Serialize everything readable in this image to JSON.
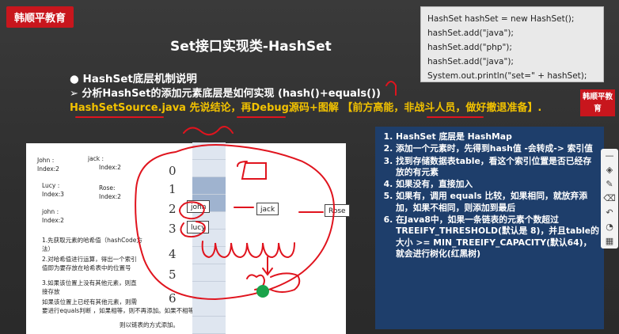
{
  "brand": "韩顺平教育",
  "badge": "韩顺平教育",
  "title": "Set接口实现类-HashSet",
  "code_lines": [
    "HashSet hashSet = new HashSet();",
    "hashSet.add(\"java\");",
    "hashSet.add(\"php\");",
    "hashSet.add(\"java\");",
    "System.out.println(\"set=\" + hashSet);"
  ],
  "bullet": "●  HashSet底层机制说明",
  "sub": "➢ 分析HashSet的添加元素底层是如何实现 (hash()+equals())",
  "yellow": "HashSetSource.java  先说结论，再Debug源码+图解 【前方高能，非战斗人员，做好撤退准备】.",
  "paper": {
    "john1": "John :",
    "index1": "Index:2",
    "jack": "jack :",
    "index_jack": "Index:2",
    "lucy": "Lucy :",
    "index_lucy": "Index:3",
    "rose": "Rose:",
    "index_rose": "Index:2",
    "john2": "john :",
    "index2": "Index:2",
    "step1": "1.先获取元素的哈希值（hashCode方",
    "step1b": "法）",
    "step2": "2.对哈希值进行运算，得出一个索引",
    "step2b": "值即为要存放在哈希表中的位置号",
    "step3": "3.如果该位置上没有其他元素，则直",
    "step3b": "接存放",
    "step3c": "如果该位置上已经有其他元素，则需",
    "step3d": "要进行equals判断    ，如果相等，则不再添加。如果不相等，",
    "step3e": "则以链表的方式添加。"
  },
  "table_indexes": [
    "0",
    "1",
    "2",
    "3",
    "4",
    "5",
    "6"
  ],
  "nodes": {
    "john": "john",
    "jack": "jack",
    "rose": "Rose",
    "lucy": "lucy"
  },
  "info_items": [
    "HashSet 底层是 HashMap",
    "添加一个元素时，先得到hash值 -会转成-> 索引值",
    "找到存储数据表table，看这个索引位置是否已经存放的有元素",
    "如果没有，直接加入",
    "如果有，调用 equals 比较，如果相同，就放弃添加，如果不相同，则添加到最后",
    "在Java8中，如果一条链表的元素个数超过 TREEIFY_THRESHOLD(默认是 8)，并且table的大小 >= MIN_TREEIFY_CAPACITY(默认64)，就会进行树化(红黑树)"
  ],
  "rail_icons": [
    "minimize-icon",
    "pen-icon",
    "eraser-icon",
    "undo-icon",
    "bulb-icon",
    "grid-icon"
  ],
  "colors": {
    "brand_red": "#c8161d",
    "info_blue": "#1e3e6b",
    "highlight_yellow": "#f2c200",
    "ink_red": "#e0141e"
  }
}
